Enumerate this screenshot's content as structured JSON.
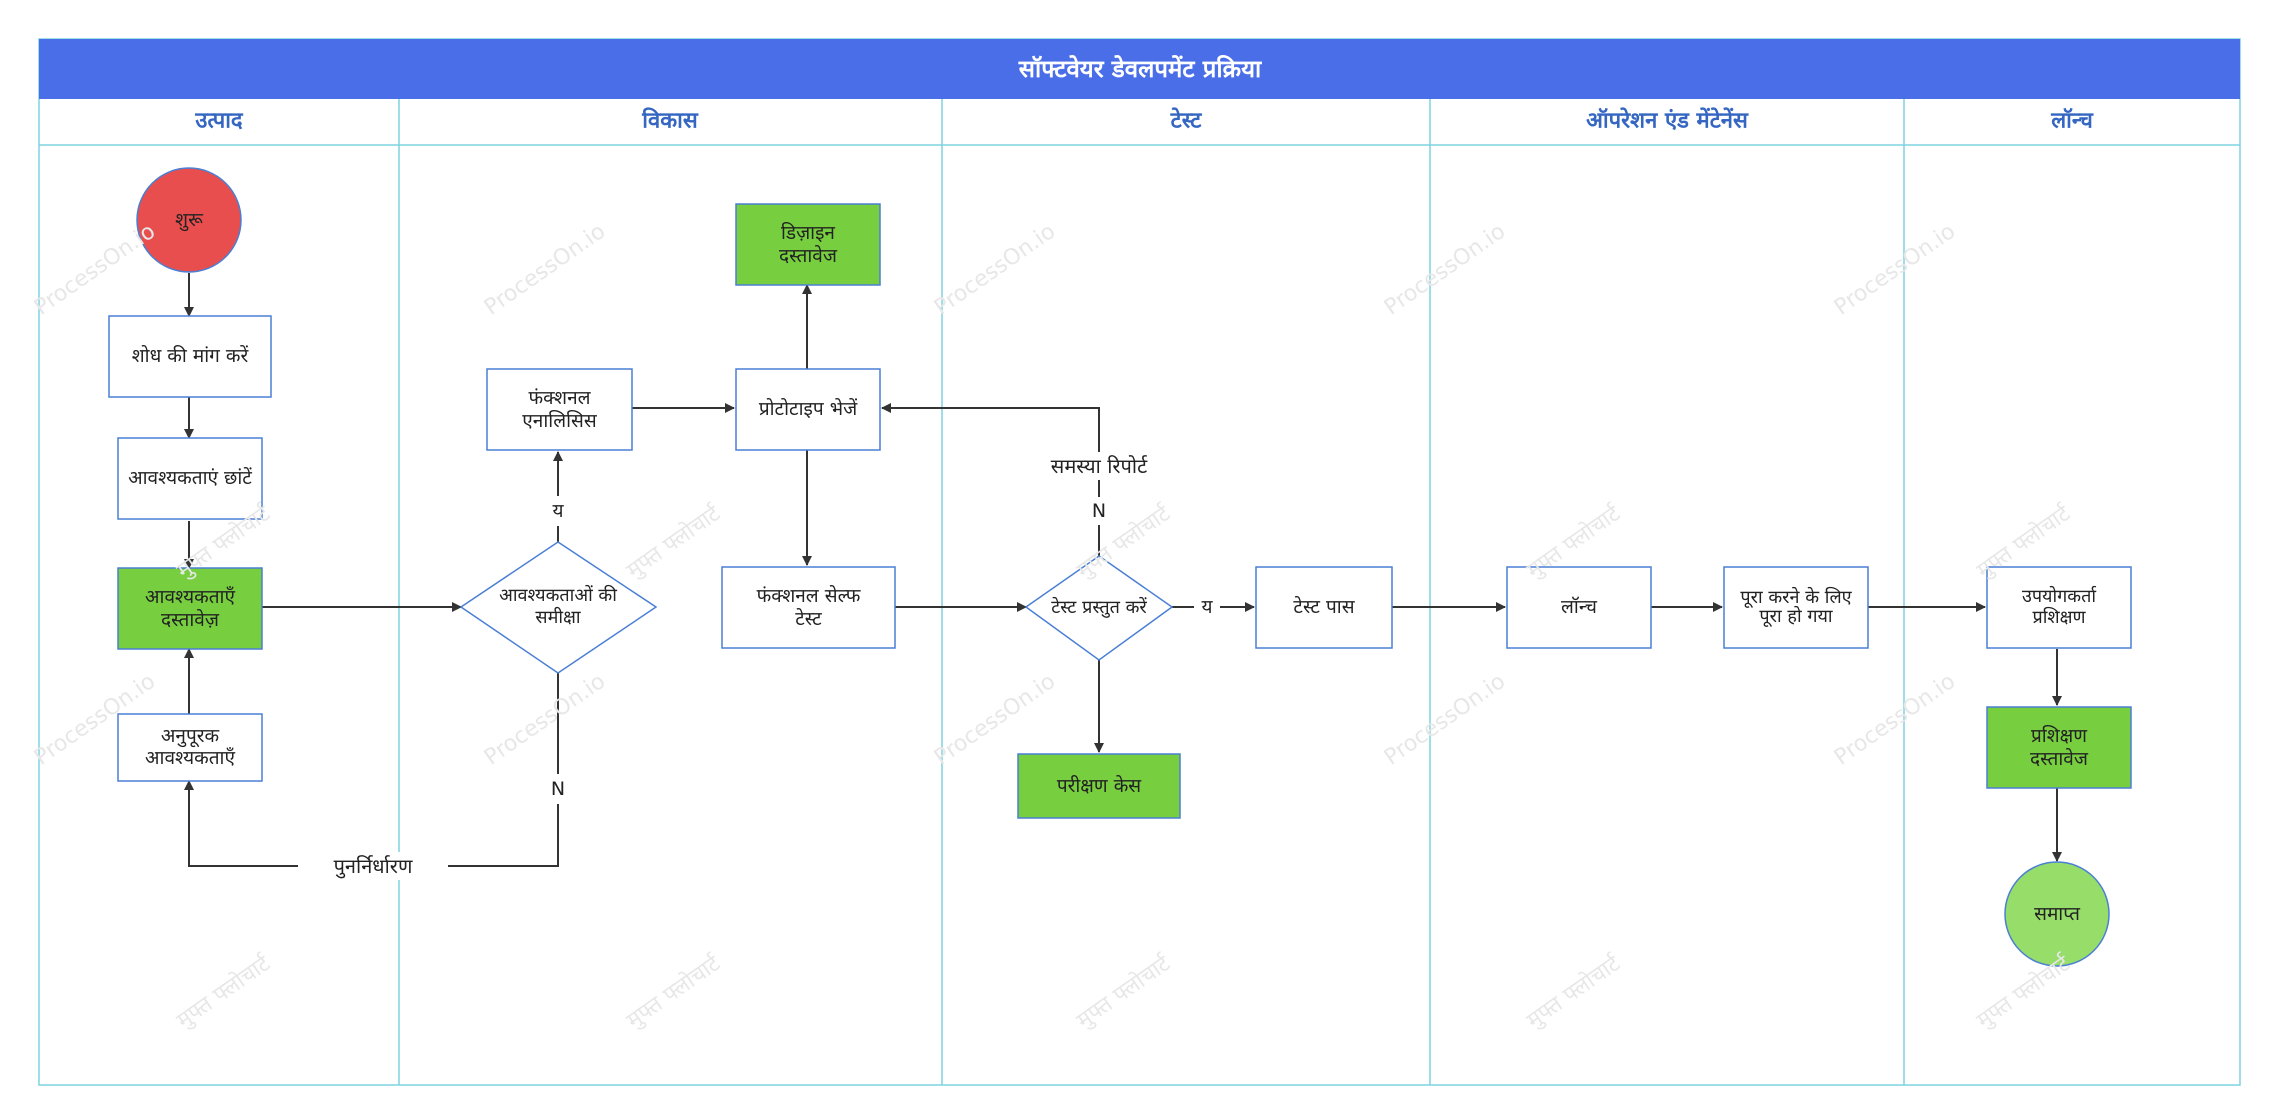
{
  "title": "सॉफ्टवेयर डेवलपमेंट प्रक्रिया",
  "lanes": [
    "उत्पाद",
    "विकास",
    "टेस्ट",
    "ऑपरेशन एंड मेंटेनेंस",
    "लॉन्च"
  ],
  "nodes": {
    "start": "शुरू",
    "collect_requirements": "शोध की मांग करें",
    "screen_requirements": "आवश्यकताएं छांटें",
    "requirements_doc": "आवश्यकताएँ दस्तावेज़",
    "supplementary_requirements": "अनुपूरक आवश्यकताएँ",
    "requirements_review": "आवश्यकताओं की समीक्षा",
    "functional_analysis": "फंक्शनल एनालिसिस",
    "submit_prototype": "प्रोटोटाइप भेजें",
    "design_doc": "डिज़ाइन दस्तावेज",
    "functional_self_test": "फंक्शनल सेल्फ टेस्ट",
    "submit_test": "टेस्ट प्रस्तुत करें",
    "test_cases": "परीक्षण केस",
    "test_pass": "टेस्ट पास",
    "launch_node": "लॉन्च",
    "launch_complete": "पूरा करने के लिए पूरा हो गया",
    "user_training": "उपयोगकर्ता प्रशिक्षण",
    "training_doc": "प्रशिक्षण दस्तावेज",
    "end": "समाप्त"
  },
  "edge_labels": {
    "review_yes": "य",
    "review_no": "N",
    "redefine": "पुनर्निर्धारण",
    "problem_report": "समस्या रिपोर्ट",
    "test_no": "N",
    "test_yes": "य"
  },
  "watermark": [
    "ProcessOn.io",
    "मुफ्त फ्लोचार्ट"
  ],
  "colors": {
    "title_bar": "#4a6ee8",
    "title_text": "#ffffff",
    "lane_header_text": "#3466c2",
    "lane_border": "#7fd3e0",
    "node_border": "#4a7fd4",
    "doc_fill": "#77cf3f",
    "start_fill": "#e84e4e",
    "end_fill": "#96dd6a",
    "edge": "#333333",
    "watermark": "#e7e7e7"
  },
  "icons": {
    "arrowhead": "arrowhead-icon"
  }
}
